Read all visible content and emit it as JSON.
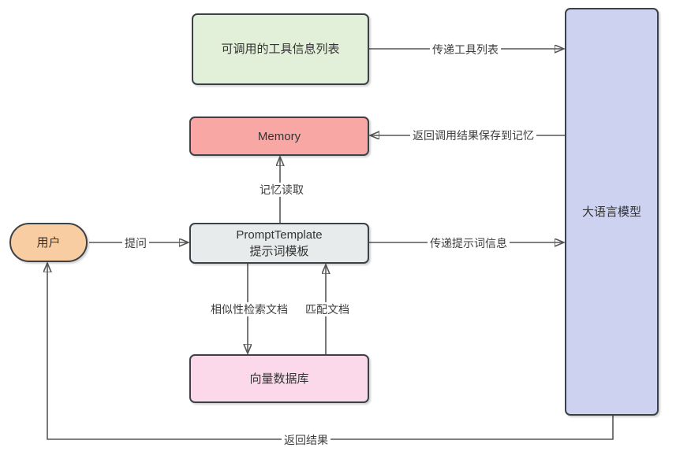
{
  "diagram": {
    "title": "LLM agent prompt flow diagram",
    "nodes": {
      "tools": {
        "label": "可调用的工具信息列表",
        "fill": "#e2f0d9"
      },
      "memory": {
        "label": "Memory",
        "fill": "#f8a7a5"
      },
      "prompt": {
        "label_line1": "PromptTemplate",
        "label_line2": "提示词模板",
        "fill": "#e8ebeb"
      },
      "vector": {
        "label": "向量数据库",
        "fill": "#fbd9ea"
      },
      "user": {
        "label": "用户",
        "fill": "#f9cda2"
      },
      "llm": {
        "label": "大语言模型",
        "fill": "#cdd2f0"
      }
    },
    "edges": {
      "pass_tools": {
        "label": "传递工具列表",
        "from": "tools",
        "to": "llm"
      },
      "save_memory": {
        "label": "返回调用结果保存到记忆",
        "from": "llm",
        "to": "memory"
      },
      "memory_read": {
        "label": "记忆读取",
        "from": "prompt",
        "to": "memory"
      },
      "ask": {
        "label": "提问",
        "from": "user",
        "to": "prompt"
      },
      "pass_prompt": {
        "label": "传递提示词信息",
        "from": "prompt",
        "to": "llm"
      },
      "similarity_search": {
        "label": "相似性检索文档",
        "from": "prompt",
        "to": "vector"
      },
      "match_docs": {
        "label": "匹配文档",
        "from": "vector",
        "to": "prompt"
      },
      "return_result": {
        "label": "返回结果",
        "from": "llm",
        "to": "user"
      }
    },
    "colors": {
      "node_border": "#3c4146",
      "connector": "#565656",
      "arrowhead": "#363636",
      "node_text": "#333333",
      "edge_label_text": "#3d3d3d",
      "background": "#ffffff"
    }
  }
}
